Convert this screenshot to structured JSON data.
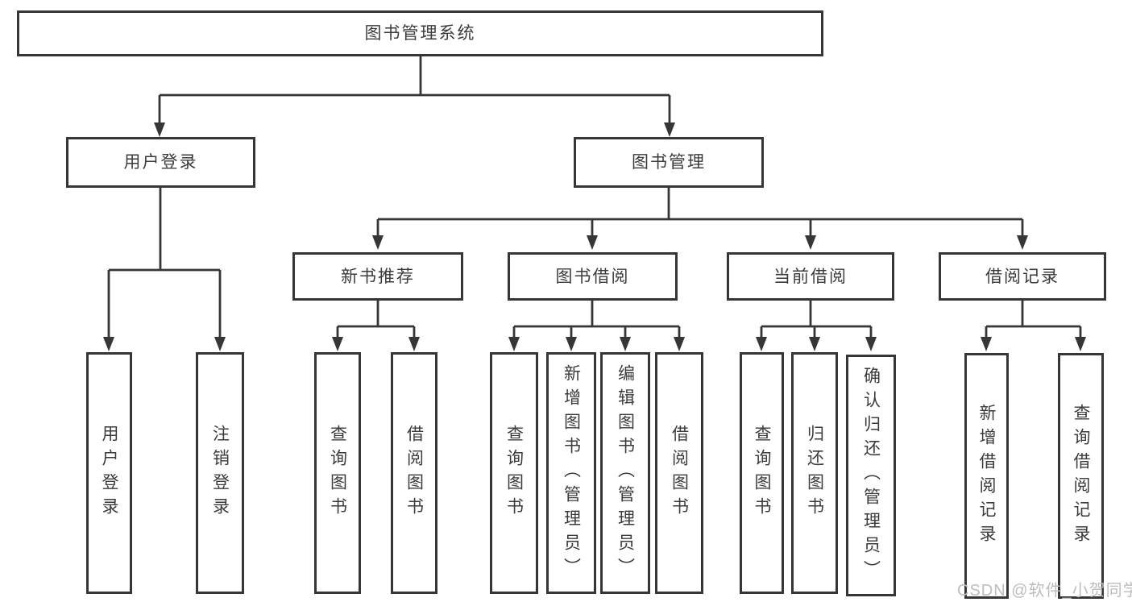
{
  "diagram_title": "图书管理系统",
  "watermark": "CSDN @软件_小贺同学",
  "colors": {
    "line": "#363636",
    "box_border": "#363636",
    "box_fill": "#ffffff",
    "text": "#3b3b3b",
    "watermark": "#bdbdbd",
    "background": "#ffffff"
  },
  "tree": {
    "label": "图书管理系统",
    "children": [
      {
        "label": "用户登录",
        "children": [
          {
            "label": "用户登录"
          },
          {
            "label": "注销登录"
          }
        ]
      },
      {
        "label": "图书管理",
        "children": [
          {
            "label": "新书推荐",
            "children": [
              {
                "label": "查询图书"
              },
              {
                "label": "借阅图书"
              }
            ]
          },
          {
            "label": "图书借阅",
            "children": [
              {
                "label": "查询图书"
              },
              {
                "label": "新增图书（管理员）"
              },
              {
                "label": "编辑图书（管理员）"
              },
              {
                "label": "借阅图书"
              }
            ]
          },
          {
            "label": "当前借阅",
            "children": [
              {
                "label": "查询图书"
              },
              {
                "label": "归还图书"
              },
              {
                "label": "确认归还（管理员）"
              }
            ]
          },
          {
            "label": "借阅记录",
            "children": [
              {
                "label": "新增借阅记录"
              },
              {
                "label": "查询借阅记录"
              }
            ]
          }
        ]
      }
    ]
  }
}
